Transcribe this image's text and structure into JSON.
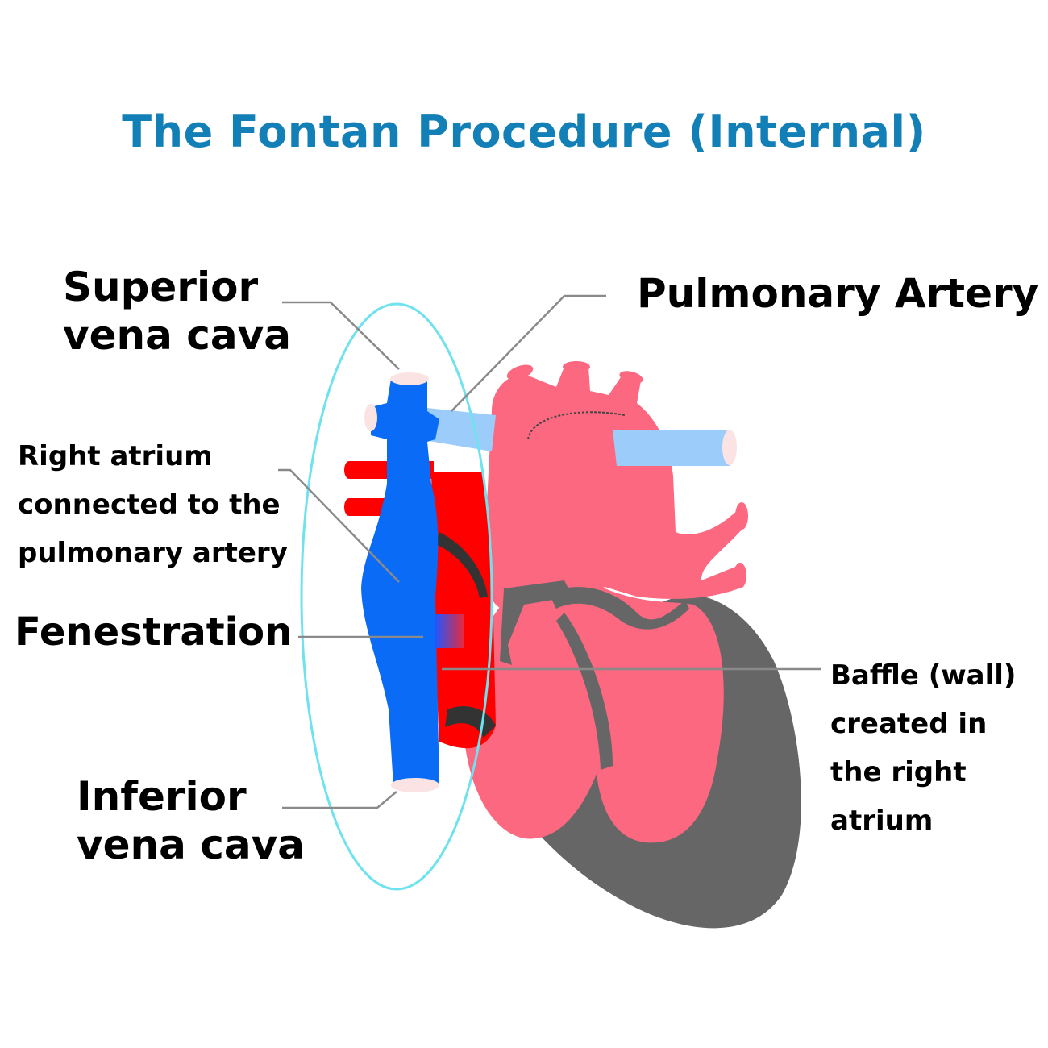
{
  "title": "The Fontan Procedure (Internal)",
  "colors": {
    "title": "#127fb6",
    "vena_cava": "#0a6cf6",
    "pulmonary_artery": "#9ccdfa",
    "oxygenated": "#ff0000",
    "heart_pink": "#fb6880",
    "myocardium": "#666666",
    "outline_ring": "#6ee2ee",
    "vessel_opening": "#fbe3e3",
    "leader_line": "#8a8a8a"
  },
  "labels": {
    "svc": [
      "Superior",
      "vena cava"
    ],
    "pa": "Pulmonary Artery",
    "ra": [
      "Right atrium",
      "connected to the",
      "pulmonary artery"
    ],
    "fenestration": "Fenestration",
    "baffle": [
      "Baffle (wall)",
      "created in",
      "the right",
      "atrium"
    ],
    "ivc": [
      "Inferior",
      "vena cava"
    ]
  }
}
